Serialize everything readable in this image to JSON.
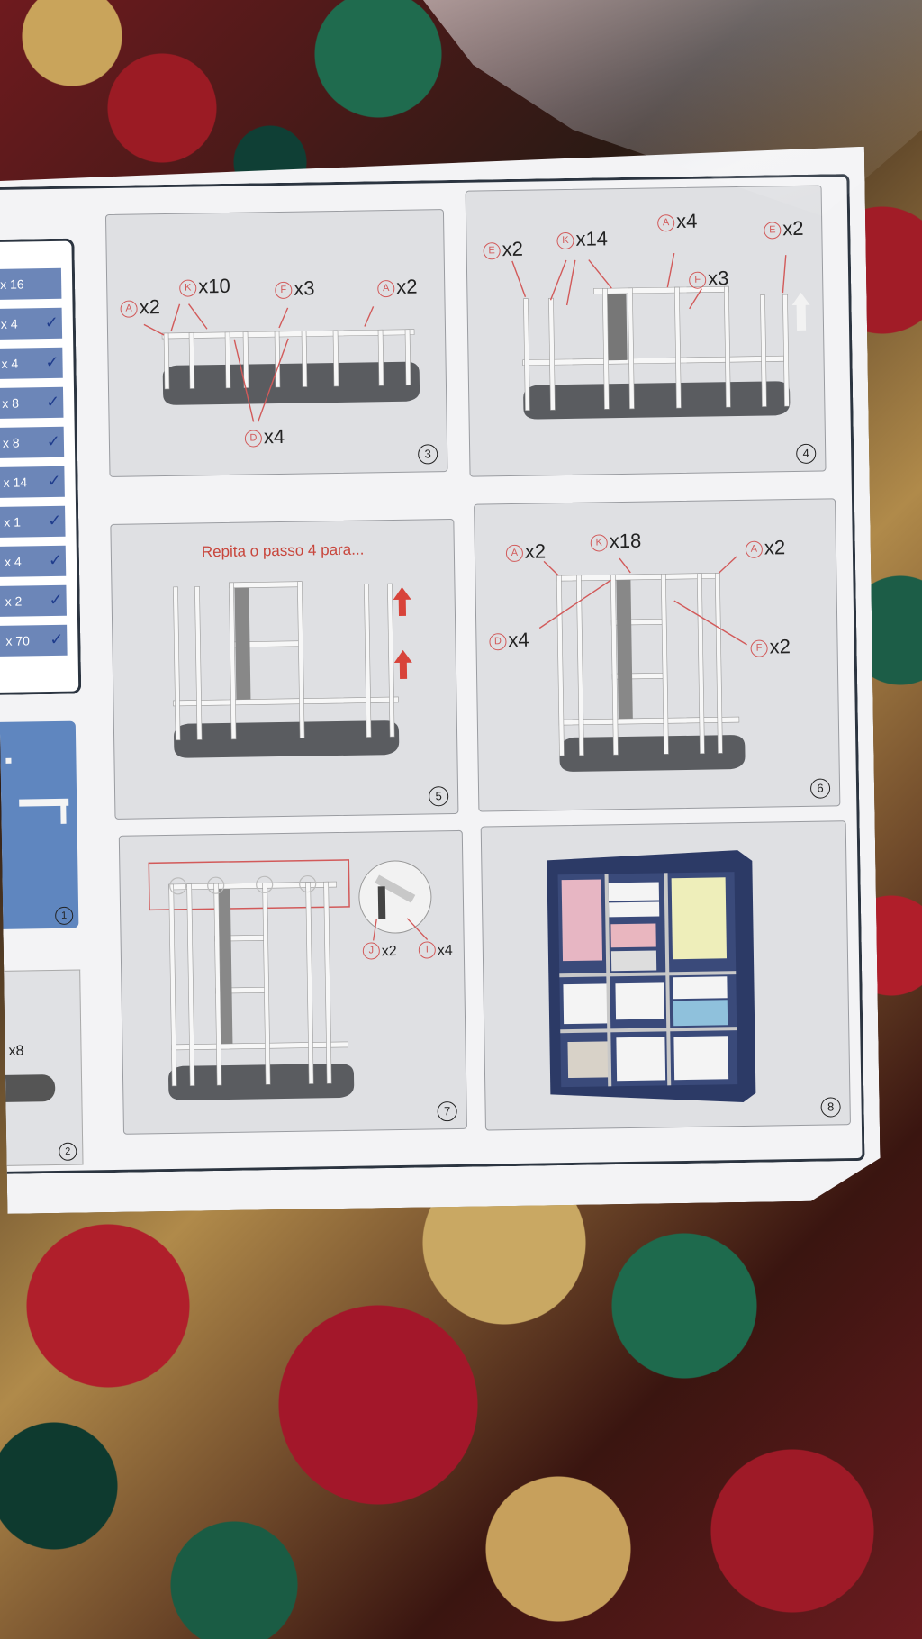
{
  "parts_list": {
    "rows": [
      {
        "qty": "x 16",
        "checked": false
      },
      {
        "qty": "x 4",
        "checked": true
      },
      {
        "qty": "x 4",
        "checked": true
      },
      {
        "qty": "x 8",
        "checked": true
      },
      {
        "qty": "x 8",
        "checked": true
      },
      {
        "qty": "x 14",
        "checked": true
      },
      {
        "qty": "x 1",
        "checked": true
      },
      {
        "qty": "x 4",
        "checked": true
      },
      {
        "qty": "x 2",
        "checked": true
      },
      {
        "qty": "x 70",
        "checked": true
      }
    ],
    "check_mark": "✓"
  },
  "step1": {
    "number": "1"
  },
  "step2": {
    "label": "x8",
    "number": "2"
  },
  "step3": {
    "number": "3",
    "callouts": [
      {
        "letter": "A",
        "qty": "x2"
      },
      {
        "letter": "K",
        "qty": "x10"
      },
      {
        "letter": "F",
        "qty": "x3"
      },
      {
        "letter": "A",
        "qty": "x2"
      },
      {
        "letter": "D",
        "qty": "x4"
      }
    ]
  },
  "step4": {
    "number": "4",
    "callouts": [
      {
        "letter": "E",
        "qty": "x2"
      },
      {
        "letter": "K",
        "qty": "x14"
      },
      {
        "letter": "A",
        "qty": "x4"
      },
      {
        "letter": "E",
        "qty": "x2"
      },
      {
        "letter": "F",
        "qty": "x3"
      }
    ]
  },
  "step5": {
    "number": "5",
    "text": "Repita o passo 4 para..."
  },
  "step6": {
    "number": "6",
    "callouts": [
      {
        "letter": "A",
        "qty": "x2"
      },
      {
        "letter": "K",
        "qty": "x18"
      },
      {
        "letter": "A",
        "qty": "x2"
      },
      {
        "letter": "D",
        "qty": "x4"
      },
      {
        "letter": "F",
        "qty": "x2"
      }
    ]
  },
  "step7": {
    "number": "7",
    "callouts": [
      {
        "letter": "J",
        "qty": "x2"
      },
      {
        "letter": "I",
        "qty": "x4"
      }
    ]
  },
  "step8": {
    "number": "8"
  },
  "colors": {
    "sheet": "#f3f3f5",
    "panel": "#dfe0e3",
    "parts_blue": "#6c86b8",
    "callout_red": "#d25a5a",
    "wardrobe_navy": "#2c3a66"
  }
}
